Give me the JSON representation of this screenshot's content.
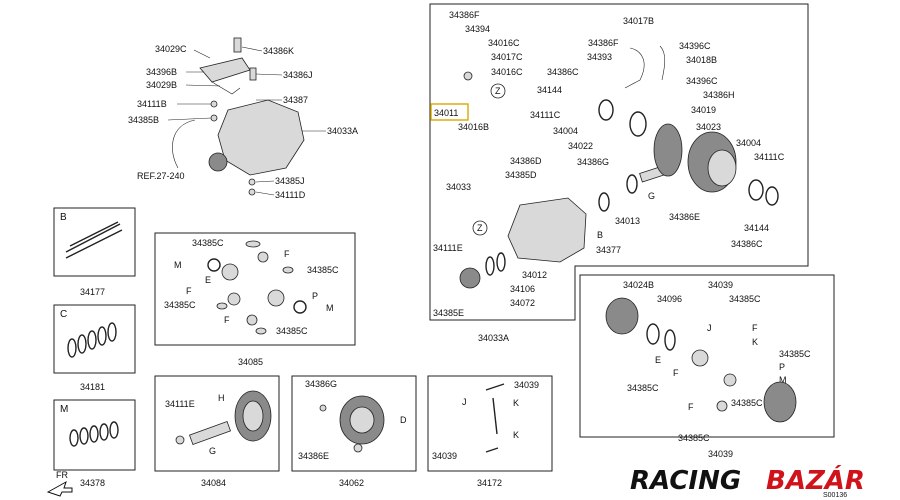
{
  "main_labels": [
    {
      "id": "34029C",
      "text": "34029C"
    },
    {
      "id": "34386K",
      "text": "34386K"
    },
    {
      "id": "34396B",
      "text": "34396B"
    },
    {
      "id": "34386J",
      "text": "34386J"
    },
    {
      "id": "34029B",
      "text": "34029B"
    },
    {
      "id": "34387",
      "text": "34387"
    },
    {
      "id": "34111B",
      "text": "34111B"
    },
    {
      "id": "34033A_left",
      "text": "34033A"
    },
    {
      "id": "34385B",
      "text": "34385B"
    },
    {
      "id": "REF",
      "text": "REF.27-240"
    },
    {
      "id": "34385J",
      "text": "34385J"
    },
    {
      "id": "34111D",
      "text": "34111D"
    }
  ],
  "kit_B": {
    "letter": "B",
    "part": "34177"
  },
  "kit_C": {
    "letter": "C",
    "part": "34181"
  },
  "kit_M": {
    "letter": "M",
    "part": "34378"
  },
  "box_34085": {
    "title": "34085",
    "labels": [
      "34385C",
      "M",
      "F",
      "E",
      "34385C",
      "F",
      "P",
      "M",
      "34385C",
      "F",
      "34385C"
    ]
  },
  "box_34084": {
    "title": "34084",
    "labels": [
      "34111E",
      "H",
      "G"
    ]
  },
  "box_34062": {
    "title": "34062",
    "labels": [
      "34386G",
      "D",
      "34386E"
    ]
  },
  "box_34172": {
    "title": "34172",
    "labels": [
      "34039",
      "J",
      "K",
      "K",
      "34039"
    ]
  },
  "box_34033A": {
    "title": "34033A",
    "labels": [
      "34386F",
      "34394",
      "34016C",
      "34017C",
      "34016C",
      "34011",
      "34016B",
      "34033",
      "34386D",
      "34385D",
      "34111E",
      "34385E",
      "34012",
      "34106",
      "34072",
      "Z",
      "Z",
      "B",
      "34377",
      "34013",
      "G",
      "34017B",
      "34386F",
      "34396C",
      "34393",
      "34018B",
      "34386C",
      "34396C",
      "34144",
      "34386H",
      "34111C",
      "34019",
      "34004",
      "34023",
      "34022",
      "34386G",
      "34004",
      "34111C",
      "34386E",
      "34144",
      "34386C"
    ]
  },
  "box_34039": {
    "title": "34039",
    "labels": [
      "34024B",
      "34039",
      "34096",
      "34385C",
      "J",
      "F",
      "K",
      "34385C",
      "E",
      "F",
      "34385C",
      "P",
      "M",
      "34385C",
      "F",
      "34385C"
    ]
  },
  "footer": {
    "fr": "FR",
    "code": "S00136"
  },
  "brand": {
    "part1": "RACING",
    "part2": "BAZÁR"
  }
}
